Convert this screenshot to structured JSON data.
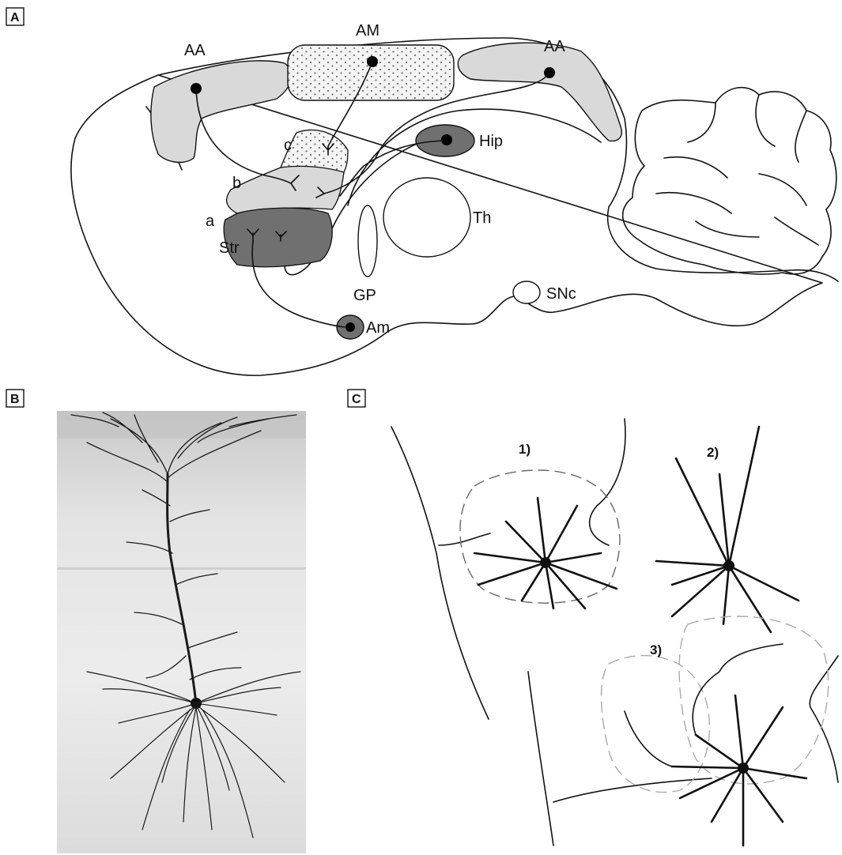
{
  "panels": {
    "a": {
      "letter": "A"
    },
    "b": {
      "letter": "B"
    },
    "c": {
      "letter": "C"
    }
  },
  "brain": {
    "aa_left": "AA",
    "am_top": "AM",
    "aa_right": "AA",
    "hip": "Hip",
    "th": "Th",
    "gp": "GP",
    "snc": "SNc",
    "am_bottom": "Am",
    "str": "Str",
    "sub_a": "a",
    "sub_b": "b",
    "sub_c": "c"
  },
  "neurons": {
    "n1": "1)",
    "n2": "2)",
    "n3": "3)"
  },
  "colors": {
    "light_gray": "#d9d9d9",
    "dark_gray": "#707070",
    "stipple_bg": "#f3f3f3",
    "photo_bg": "#e6e6e6"
  }
}
